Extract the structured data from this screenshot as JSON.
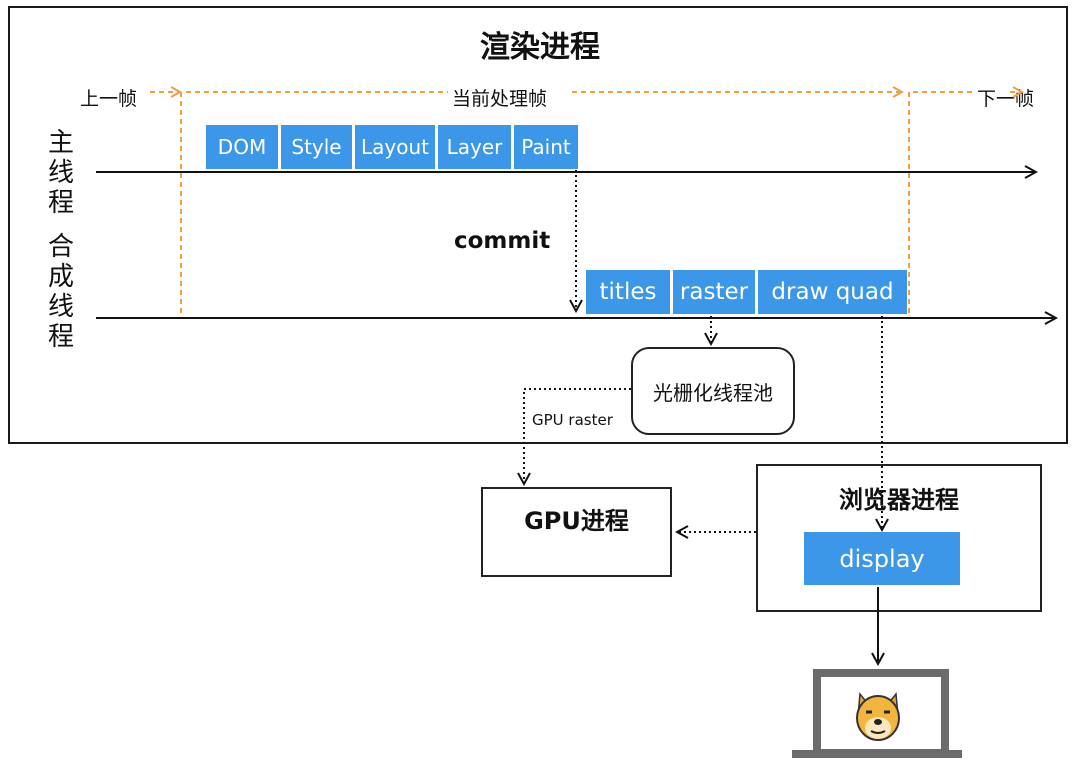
{
  "title": "渲染进程",
  "frames": {
    "previous": "上一帧",
    "current": "当前处理帧",
    "next": "下一帧"
  },
  "threads": {
    "main": "主线程",
    "compositor": "合成线程"
  },
  "main_stages": [
    "DOM",
    "Style",
    "Layout",
    "Layer",
    "Paint"
  ],
  "commit_label": "commit",
  "compositor_stages": [
    "titles",
    "raster",
    "draw quad"
  ],
  "raster_pool": "光栅化线程池",
  "gpu_raster_label": "GPU raster",
  "gpu_process": "GPU进程",
  "browser_process": "浏览器进程",
  "display_label": "display",
  "colors": {
    "block": "#3d97e8",
    "frame_line": "#f0a040",
    "line": "#111111"
  },
  "icons": [
    "laptop-icon",
    "doge-face-icon"
  ]
}
